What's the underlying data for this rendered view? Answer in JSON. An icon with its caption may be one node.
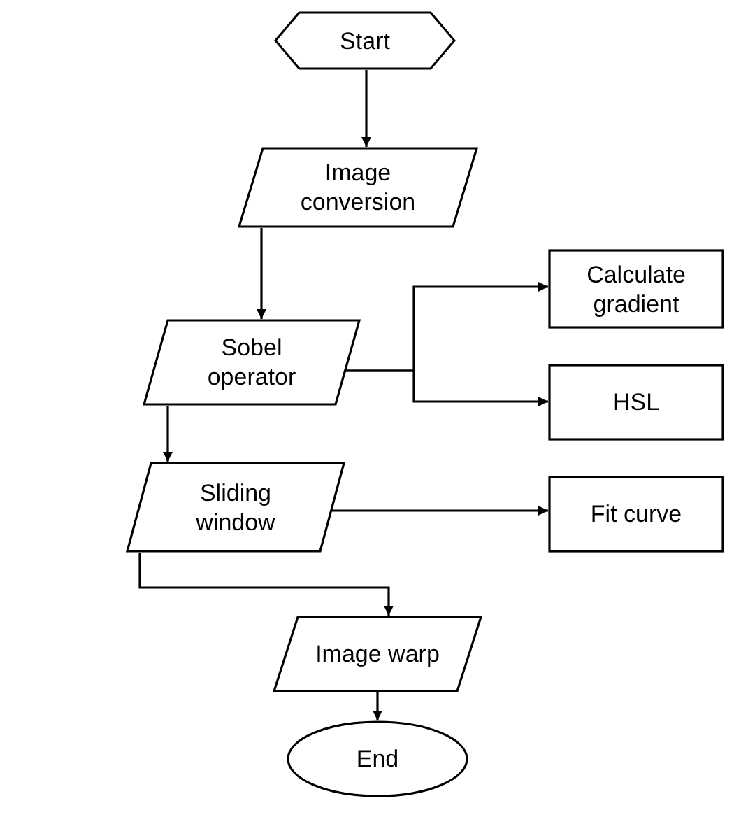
{
  "diagram": {
    "nodes": [
      {
        "text": [
          "Start"
        ]
      },
      {
        "text": [
          "Image conversion"
        ]
      },
      {
        "text": [
          "Sobel operator"
        ]
      },
      {
        "text": [
          "Calculate gradient"
        ]
      },
      {
        "text": [
          "HSL"
        ]
      },
      {
        "text": [
          "Sliding window"
        ]
      },
      {
        "text": [
          "Fit curve"
        ]
      },
      {
        "text": [
          "Image warp"
        ]
      },
      {
        "text": [
          "End"
        ]
      }
    ],
    "edges": [
      {
        "from": 0,
        "to": 1,
        "arrow": "to"
      },
      {
        "from": 1,
        "to": 2,
        "arrow": "to"
      },
      {
        "from": 2,
        "to": 3,
        "arrow": "to"
      },
      {
        "from": 2,
        "to": 4,
        "arrow": "to"
      },
      {
        "from": 2,
        "to": 5,
        "arrow": "to"
      },
      {
        "from": 5,
        "to": 6,
        "arrow": "to"
      },
      {
        "from": 5,
        "to": 7,
        "arrow": "to"
      },
      {
        "from": 7,
        "to": 8,
        "arrow": "to"
      }
    ]
  }
}
